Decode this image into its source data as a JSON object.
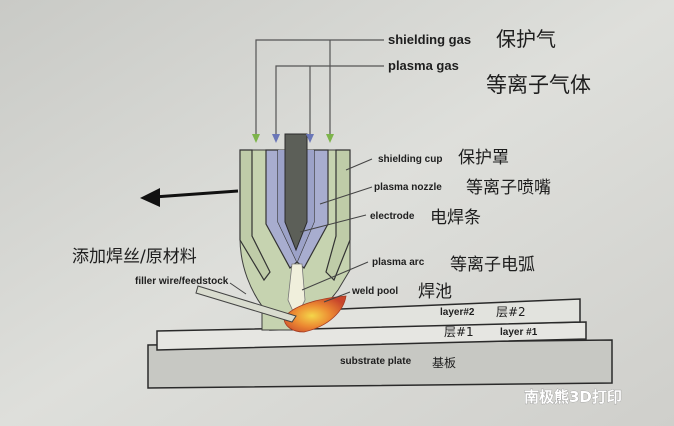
{
  "labels": {
    "shielding_gas_en": "shielding gas",
    "shielding_gas_cn": "保护气",
    "plasma_gas_en": "plasma gas",
    "plasma_gas_cn": "等离子气体",
    "shielding_cup_en": "shielding cup",
    "shielding_cup_cn": "保护罩",
    "plasma_nozzle_en": "plasma nozzle",
    "plasma_nozzle_cn": "等离子喷嘴",
    "electrode_en": "electrode",
    "electrode_cn": "电焊条",
    "filler_cn": "添加焊丝/原材料",
    "filler_en": "filler wire/feedstock",
    "plasma_arc_en": "plasma arc",
    "plasma_arc_cn": "等离子电弧",
    "weld_pool_en": "weld pool",
    "weld_pool_cn": "焊池",
    "layer2_en": "layer#2",
    "layer2_cn": "层#2",
    "layer1_cn": "层#1",
    "layer1_en": "layer #1",
    "substrate_en": "substrate plate",
    "substrate_cn": "基板"
  },
  "watermark": "南极熊3D打印",
  "colors": {
    "background": "#d8d8d4",
    "shield_cup": "#c6d3b0",
    "nozzle": "#a8adcf",
    "electrode": "#5c5f58",
    "gas_arrow_green": "#7db44a",
    "gas_arrow_blue": "#6a76b8",
    "layer": "#e3e3df",
    "substrate": "#c7c8c3",
    "weld_pool": "#e36a2f"
  }
}
